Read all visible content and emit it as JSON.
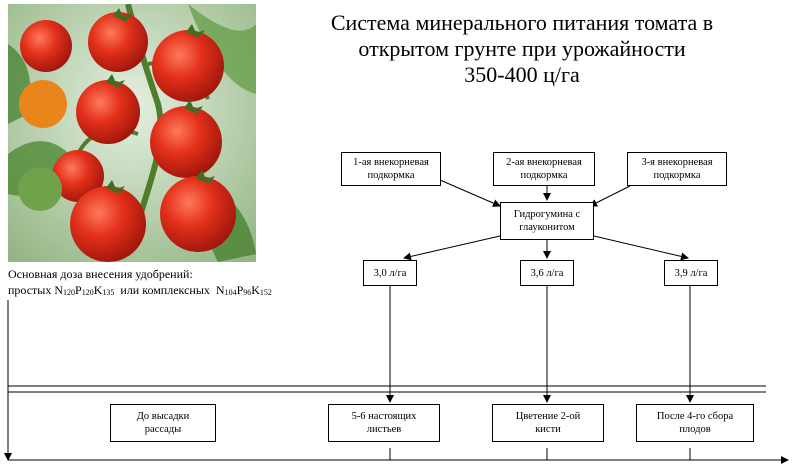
{
  "title": {
    "line1": "Система минерального питания томата в",
    "line2": "открытом грунте при урожайности",
    "line3": "350-400 ц/га"
  },
  "foliar": [
    {
      "line1": "1-ая внекорневая",
      "line2": "подкормка"
    },
    {
      "line1": "2-ая внекорневая",
      "line2": "подкормка"
    },
    {
      "line1": "3-я внекорневая",
      "line2": "подкормка"
    }
  ],
  "product": {
    "line1": "Гидрогумина с",
    "line2": "глауконитом"
  },
  "doses": [
    "3,0 л/га",
    "3,6 л/га",
    "3,9 л/га"
  ],
  "basic_dose": {
    "line1": "Основная доза внесения удобрений:",
    "prefix": "простых",
    "simple": [
      {
        "el": "N",
        "num": "120"
      },
      {
        "el": "P",
        "num": "120"
      },
      {
        "el": "K",
        "num": "135"
      }
    ],
    "middle": " или комплексных ",
    "complex": [
      {
        "el": "N",
        "num": "104"
      },
      {
        "el": "P",
        "num": "96"
      },
      {
        "el": "K",
        "num": "152"
      }
    ]
  },
  "stages": [
    {
      "line1": "До высадки",
      "line2": "рассады"
    },
    {
      "line1": "5-6 настоящих",
      "line2": "листьев"
    },
    {
      "line1": "Цветение 2-ой",
      "line2": "кисти"
    },
    {
      "line1": "После 4-го сбора",
      "line2": "плодов"
    }
  ],
  "photo": {
    "icon": "tomato-cluster-photo",
    "leaf": "#3f7d2a",
    "tomato": "#d62a16",
    "background": "#c9dcc0"
  }
}
